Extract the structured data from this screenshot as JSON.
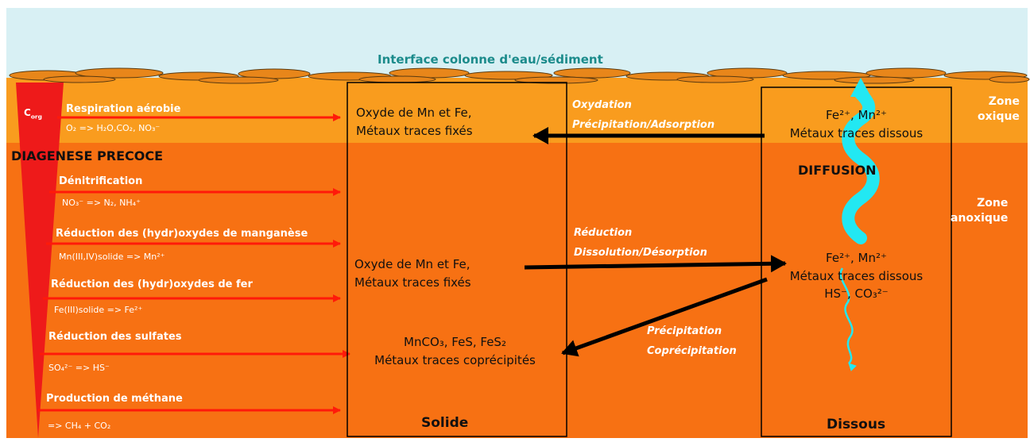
{
  "colors": {
    "water": "#d8f0f4",
    "oxic_zone": "#f99c1e",
    "anoxic_zone": "#f77113",
    "arrow_red": "#ff1a0a",
    "arrow_black": "#000000",
    "diffusion_wave": "#22e8f2",
    "interface_text": "#1b8b8b",
    "corg_wedge": "#ee1a1a"
  },
  "interface_label": "Interface colonne d'eau/sédiment",
  "corg": {
    "main": "C",
    "sub": "org"
  },
  "diagenese_title": "DIAGENESE PRECOCE",
  "zones": {
    "oxic": [
      "Zone",
      "oxique"
    ],
    "anoxic": [
      "Zone",
      "anoxique"
    ]
  },
  "reactions": [
    {
      "title": "Respiration aérobie",
      "equation": "O₂ => H₂O,CO₂, NO₃⁻"
    },
    {
      "title": "Dénitrification",
      "equation": "NO₃⁻ => N₂, NH₄⁺"
    },
    {
      "title": "Réduction des (hydr)oxydes de manganèse",
      "equation": "Mn(III,IV)solide => Mn²⁺"
    },
    {
      "title": "Réduction des (hydr)oxydes de fer",
      "equation": "Fe(III)solide => Fe²⁺"
    },
    {
      "title": "Réduction des sulfates",
      "equation": "SO₄²⁻ => HS⁻"
    },
    {
      "title": "Production de méthane",
      "equation": "=> CH₄ + CO₂"
    }
  ],
  "solid_box": {
    "label": "Solide",
    "oxide_top": [
      "Oxyde de Mn et Fe,",
      "Métaux traces  fixés"
    ],
    "oxide_mid": [
      "Oxyde de Mn et Fe,",
      "Métaux traces  fixés"
    ],
    "carbonates": [
      "MnCO₃, FeS, FeS₂",
      "Métaux traces coprécipités"
    ]
  },
  "dissolved_box": {
    "label": "Dissous",
    "top": [
      "Fe²⁺, Mn²⁺",
      "Métaux traces dissous"
    ],
    "diffusion": "DIFFUSION",
    "mid": [
      "Fe²⁺, Mn²⁺",
      "Métaux traces dissous",
      "HS⁻, CO₃²⁻"
    ]
  },
  "processes": {
    "oxidation": [
      "Oxydation",
      "Précipitation/Adsorption"
    ],
    "reduction": [
      "Réduction",
      "Dissolution/Désorption"
    ],
    "precipitation": [
      "Précipitation",
      "Coprécipitation"
    ]
  }
}
